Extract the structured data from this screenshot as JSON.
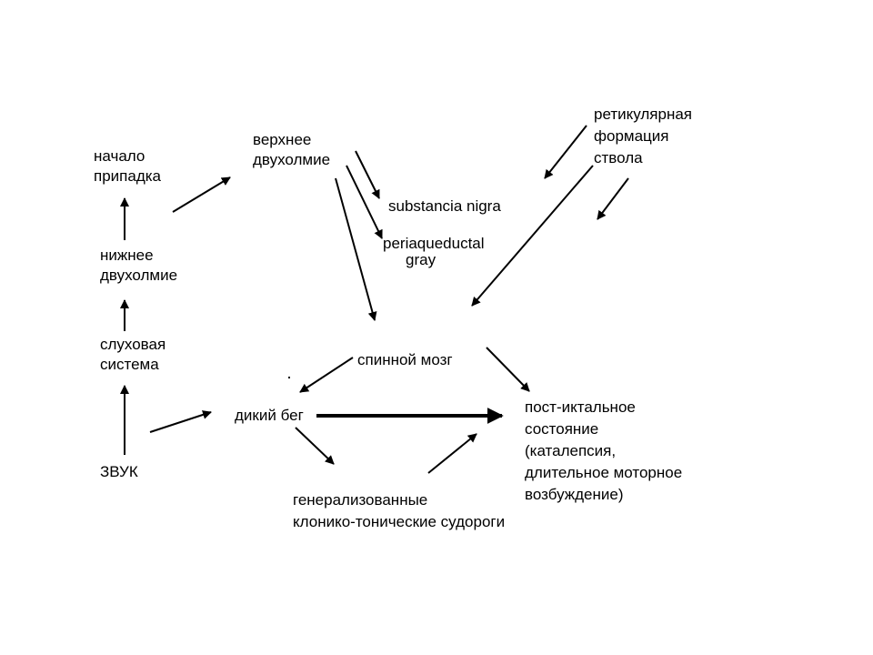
{
  "nodes": {
    "sound": "ЗВУК",
    "auditory_system": [
      "слуховая",
      "система"
    ],
    "inferior_colliculus": [
      "нижнее",
      "двухолмие"
    ],
    "seizure_onset": [
      "начало",
      "припадка"
    ],
    "superior_colliculus": [
      "верхнее",
      "двухолмие"
    ],
    "substantia_nigra": "substancia nigra",
    "periaqueductal_gray": [
      "periaqueductal",
      "gray"
    ],
    "reticular_formation": [
      "ретикулярная",
      "формация",
      "ствола"
    ],
    "spinal_cord": "спинной мозг",
    "wild_running": "дикий бег",
    "generalized_seizures": [
      "генерализованные",
      "клонико-тонические судороги"
    ],
    "postictal_state": [
      "пост-иктальное",
      "состояние",
      "(каталепсия,",
      "длительное моторное",
      "возбуждение)"
    ]
  },
  "colors": {
    "stroke": "#000000",
    "background": "#ffffff"
  }
}
